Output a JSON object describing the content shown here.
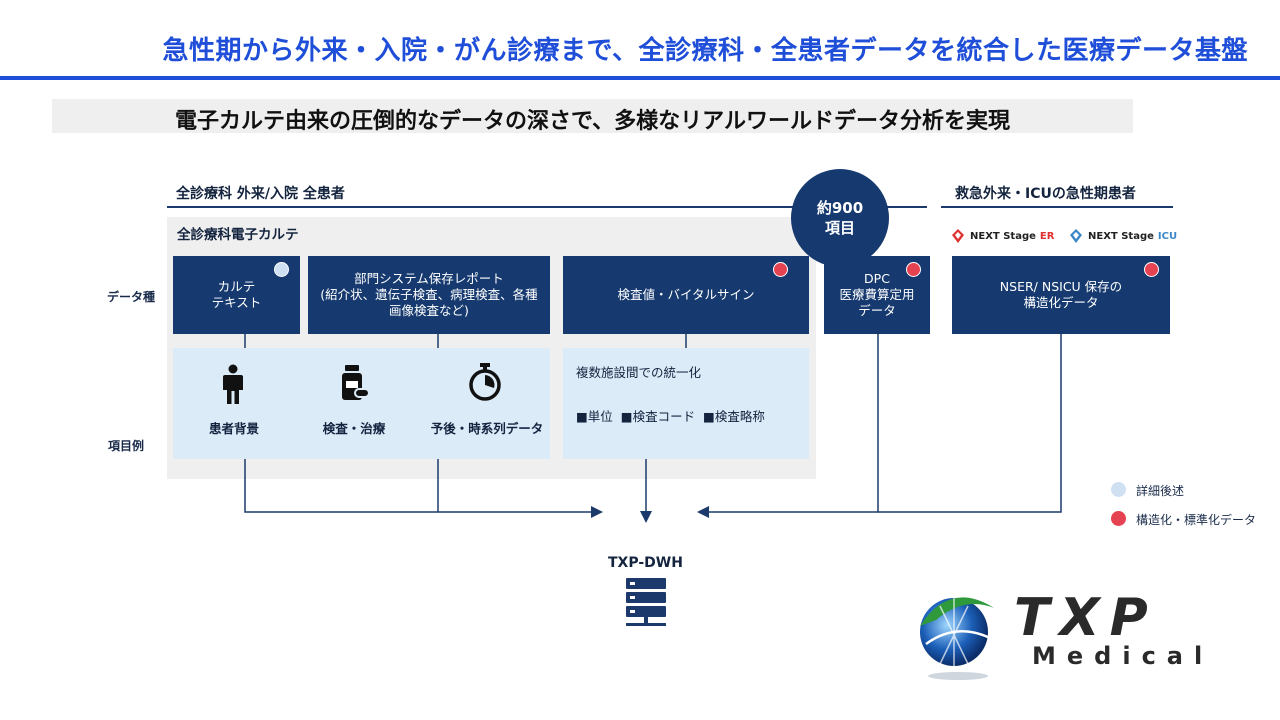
{
  "title": "急性期から外来・入院・がん診療まで、全診療科・全患者データを統合した医療データ基盤",
  "subtitle": "電子カルテ由来の圧倒的なデータの深さで、多様なリアルワールドデータ分析を実現",
  "sections": {
    "left": "全診療科 外来/入院  全患者",
    "right": "救急外来・ICUの急性期患者"
  },
  "emr_panel_title": "全診療科電子カルテ",
  "row_labels": {
    "data_type": "データ種",
    "item_examples": "項目例"
  },
  "bubble": {
    "line1": "約900",
    "line2": "項目"
  },
  "data_boxes": {
    "karte_line1": "カルテ",
    "karte_line2": "テキスト",
    "dept_line1": "部門システム保存レポート",
    "dept_line2": "(紹介状、遺伝子検査、病理検査、各種",
    "dept_line3": "画像検査など)",
    "lab": "検査値・バイタルサイン",
    "dpc_line1": "DPC",
    "dpc_line2": "医療費算定用",
    "dpc_line3": "データ",
    "nser_line1": "NSER/ NSICU 保存の",
    "nser_line2": "構造化データ"
  },
  "items": {
    "patient": "患者背景",
    "exam": "検査・治療",
    "prognosis": "予後・時系列データ",
    "unify_title": "複数施設間での統一化",
    "unify_items": "■単位  ■検査コード  ■検査略称"
  },
  "logos": {
    "er_a": "NEXT Stage",
    "er_b": "ER",
    "icu_a": "NEXT Stage",
    "icu_b": "ICU"
  },
  "dwh_label": "TXP-DWH",
  "legend": {
    "light": "詳細後述",
    "red": "構造化・標準化データ"
  },
  "brand": {
    "name": "TXP",
    "sub": "Medical"
  },
  "colors": {
    "title_blue": "#1f4ed8",
    "navy": "#163a6f",
    "light_blue": "#dcebf8",
    "grey": "#efefef",
    "red_dot": "#e54352",
    "light_dot": "#cfe0f3"
  }
}
